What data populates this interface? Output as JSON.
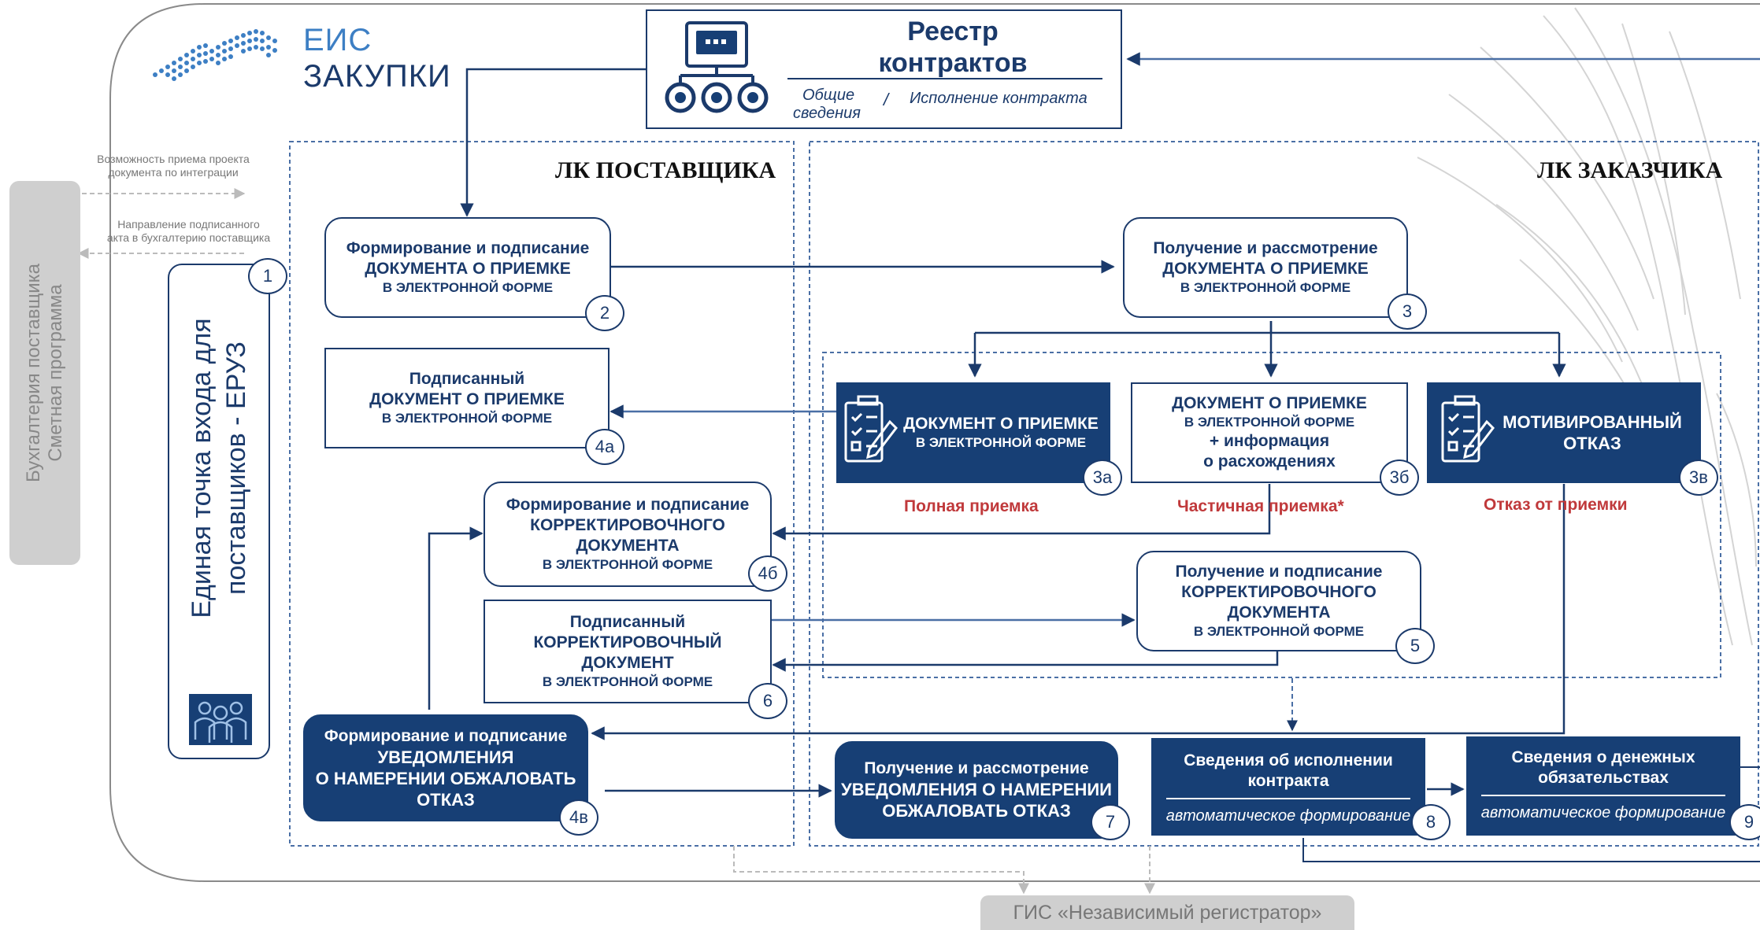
{
  "logo": {
    "line1": "ЕИС",
    "line2": "ЗАКУПКИ"
  },
  "registry": {
    "title_l1": "Реестр",
    "title_l2": "контрактов",
    "tab1_l1": "Общие",
    "tab1_l2": "сведения",
    "separator": "/",
    "tab2": "Исполнение контракта"
  },
  "regions": {
    "supplier": "ЛК ПОСТАВЩИКА",
    "customer": "ЛК ЗАКАЗЧИКА"
  },
  "notes": {
    "integration_l1": "Возможность приема проекта",
    "integration_l2": "документа по интеграции",
    "accounting_l1": "Направление подписанного",
    "accounting_l2": "акта в бухгалтерию поставщика"
  },
  "accounting_panel": {
    "l1": "Бухгалтерия поставщика",
    "l2": "Сметная программа"
  },
  "entry_point": {
    "l1": "Единая точка входа для",
    "l2": "поставщиков -  ЕРУЗ",
    "num": "1"
  },
  "boxes": {
    "b2": {
      "l1": "Формирование и подписание",
      "l2": "ДОКУМЕНТА О ПРИЕМКЕ",
      "l3": "В ЭЛЕКТРОННОЙ ФОРМЕ",
      "num": "2"
    },
    "b3": {
      "l1": "Получение и рассмотрение",
      "l2": "ДОКУМЕНТА О ПРИЕМКЕ",
      "l3": "В ЭЛЕКТРОННОЙ ФОРМЕ",
      "num": "3"
    },
    "b4a": {
      "l1": "Подписанный",
      "l2": "ДОКУМЕНТ О ПРИЕМКЕ",
      "l3": "В ЭЛЕКТРОННОЙ ФОРМЕ",
      "num": "4а"
    },
    "b3a": {
      "l1": "ДОКУМЕНТ О ПРИЕМКЕ",
      "l2": "В ЭЛЕКТРОННОЙ ФОРМЕ",
      "num": "3а"
    },
    "b3b": {
      "l1": "ДОКУМЕНТ О ПРИЕМКЕ",
      "l2": "В ЭЛЕКТРОННОЙ ФОРМЕ",
      "l3": "+ информация",
      "l4": "о расхождениях",
      "num": "3б"
    },
    "b3v": {
      "l1": "МОТИВИРОВАННЫЙ",
      "l2": "ОТКАЗ",
      "num": "3в"
    },
    "b4b": {
      "l1": "Формирование и подписание",
      "l2": "КОРРЕКТИРОВОЧНОГО",
      "l3": "ДОКУМЕНТА",
      "l4": "В ЭЛЕКТРОННОЙ ФОРМЕ",
      "num": "4б"
    },
    "b5": {
      "l1": "Получение и подписание",
      "l2": "КОРРЕКТИРОВОЧНОГО",
      "l3": "ДОКУМЕНТА",
      "l4": "В ЭЛЕКТРОННОЙ ФОРМЕ",
      "num": "5"
    },
    "b6": {
      "l1": "Подписанный",
      "l2": "КОРРЕКТИРОВОЧНЫЙ",
      "l3": "ДОКУМЕНТ",
      "l4": "В ЭЛЕКТРОННОЙ ФОРМЕ",
      "num": "6"
    },
    "b4v": {
      "l1": "Формирование и подписание",
      "l2": "УВЕДОМЛЕНИЯ",
      "l3": "О НАМЕРЕНИИ ОБЖАЛОВАТЬ",
      "l4": "ОТКАЗ",
      "num": "4в"
    },
    "b7": {
      "l1": "Получение и рассмотрение",
      "l2": "УВЕДОМЛЕНИЯ О НАМЕРЕНИИ",
      "l3": "ОБЖАЛОВАТЬ ОТКАЗ",
      "num": "7"
    },
    "b8": {
      "l1": "Сведения об исполнении",
      "l2": "контракта",
      "l3": "автоматическое формирование",
      "num": "8"
    },
    "b9": {
      "l1": "Сведения о денежных",
      "l2": "обязательствах",
      "l3": "автоматическое формирование",
      "num": "9"
    }
  },
  "outcomes": {
    "full": "Полная приемка",
    "partial": "Частичная приемка*",
    "refusal": "Отказ от приемки"
  },
  "gis": "ГИС «Независимый регистратор»",
  "colors": {
    "navy": "#173f75",
    "red": "#c0393b",
    "grey": "#cfcfcf"
  }
}
